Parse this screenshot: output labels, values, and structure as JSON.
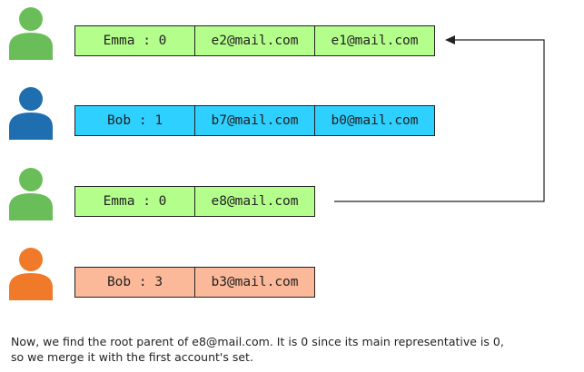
{
  "rows": [
    {
      "avatar_icon": "person-icon",
      "avatar_color": "#6abe5a",
      "fill": "#b4ff8c",
      "cells": [
        "Emma : 0",
        "e2@mail.com",
        "e1@mail.com"
      ]
    },
    {
      "avatar_icon": "person-icon",
      "avatar_color": "#1f6eb0",
      "fill": "#2ed0ff",
      "cells": [
        "Bob : 1",
        "b7@mail.com",
        "b0@mail.com"
      ]
    },
    {
      "avatar_icon": "person-icon",
      "avatar_color": "#6abe5a",
      "fill": "#b4ff8c",
      "cells": [
        "Emma : 0",
        "e8@mail.com"
      ]
    },
    {
      "avatar_icon": "person-icon",
      "avatar_color": "#f07a2a",
      "fill": "#fcb99a",
      "cells": [
        "Bob : 3",
        "b3@mail.com"
      ]
    }
  ],
  "arrow": {
    "icon": "arrow-icon",
    "color": "#222222",
    "from_row": 2,
    "to_row": 0
  },
  "caption": {
    "line1": "Now, we find the root parent of e8@mail.com. It is 0 since its main representative is 0,",
    "line2": "so we merge it with the first account's set."
  }
}
